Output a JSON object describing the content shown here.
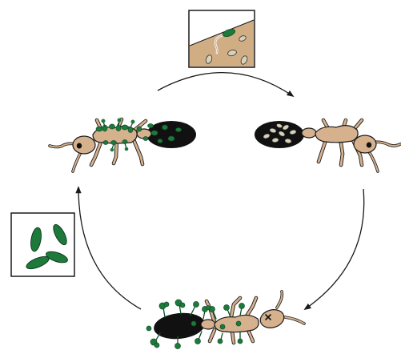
{
  "diagram": {
    "type": "infection-life-cycle",
    "direction": "clockwise",
    "colors": {
      "ant_body": "#d6b18e",
      "ant_abdomen": "#111111",
      "ant_outline": "#1a1a1a",
      "fungus": "#1e7a3a",
      "fungus_dark": "#10502a",
      "spore_light": "#d8d0b8",
      "soil": "#d1ad84",
      "arrow": "#1a1a1a",
      "panel_border": "#1a1a1a",
      "background": "#ffffff"
    },
    "stages": [
      {
        "id": "infected-ant",
        "icon": "ant-with-fungal-growth-icon"
      },
      {
        "id": "spore-germination",
        "icon": "soil-inset-icon"
      },
      {
        "id": "spore-filled-ant",
        "icon": "ant-with-spores-icon"
      },
      {
        "id": "dead-ant",
        "icon": "dead-ant-with-fruiting-bodies-icon"
      },
      {
        "id": "spores",
        "icon": "spores-inset-icon"
      }
    ]
  }
}
